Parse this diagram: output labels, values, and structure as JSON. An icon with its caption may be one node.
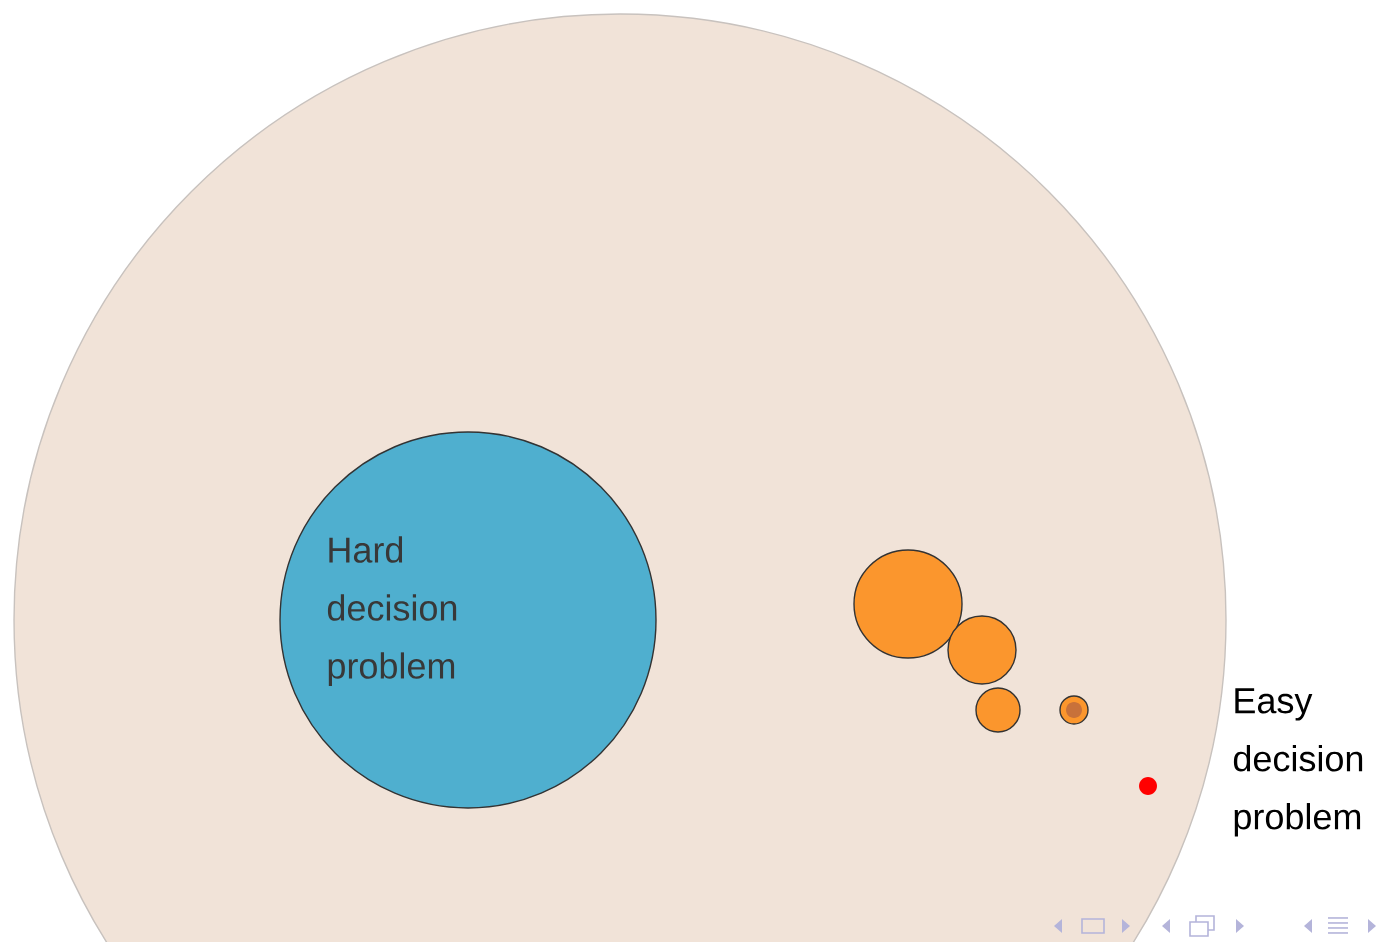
{
  "diagram": {
    "nodes": [
      {
        "text": [],
        "shape": "circle"
      },
      {
        "text": [
          "Hard decision problem"
        ],
        "in": 0
      },
      {
        "text": [],
        "shape": "circle",
        "in": 0
      },
      {
        "text": [],
        "shape": "circle",
        "in": 0
      },
      {
        "text": [],
        "shape": "circle",
        "in": 0
      },
      {
        "text": [],
        "shape": "circle",
        "in": 0
      },
      {
        "text": [],
        "shape": "circle",
        "in": 0
      }
    ],
    "labels": [
      "Easy decision problem"
    ]
  }
}
